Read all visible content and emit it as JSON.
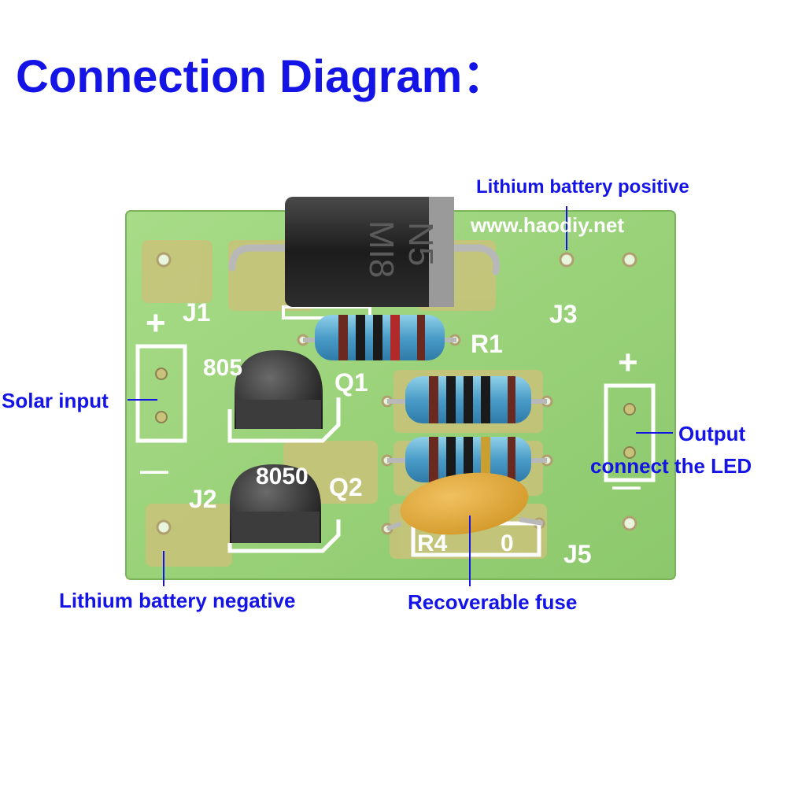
{
  "title": "Connection Diagram：",
  "board": {
    "website": "www.haodiy.net",
    "diode_marking_1": "N5",
    "diode_marking_2": "MI8",
    "labels": {
      "j1": "J1",
      "j2": "J2",
      "j3": "J3",
      "j5": "J5",
      "q1": "Q1",
      "q2": "Q2",
      "r1": "R1",
      "r4": "R4",
      "q1_part": "805",
      "q2_part": "8050",
      "plus_left": "+",
      "minus_left": "—",
      "plus_right": "+",
      "minus_right": "—",
      "fuse_mark": "0"
    }
  },
  "callouts": {
    "lithium_positive": "Lithium battery positive",
    "solar_input": "Solar input",
    "output_line1": "Output",
    "output_line2": "connect the LED",
    "lithium_negative": "Lithium battery negative",
    "fuse": "Recoverable fuse"
  },
  "colors": {
    "title": "#1414e6",
    "pcb": "#9ed47c",
    "pad": "#c9c27a"
  }
}
